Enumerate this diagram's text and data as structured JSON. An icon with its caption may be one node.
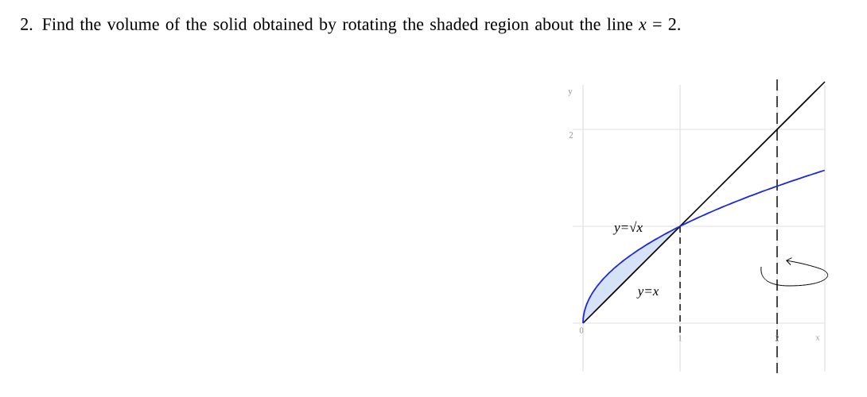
{
  "diagram": {
    "title": "2. Find the volume of the solid obtained by rotating the shaded region about the line *x* = 2.",
    "labels": [
      "y",
      "2",
      "y=√x",
      "y=x",
      "0",
      "1",
      "2",
      "x"
    ]
  }
}
